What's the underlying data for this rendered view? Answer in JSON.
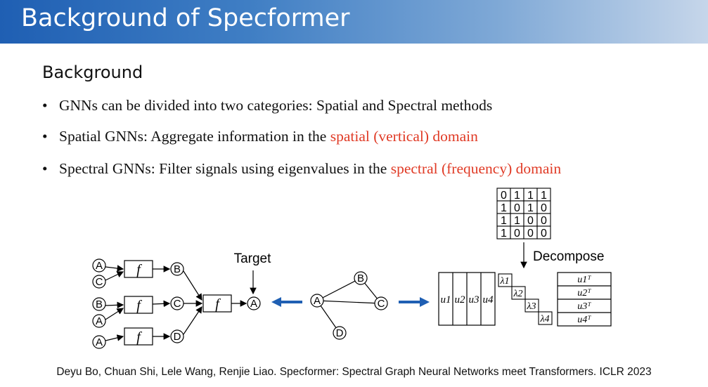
{
  "header": {
    "title": "Background of Specformer"
  },
  "section": {
    "heading": "Background"
  },
  "bullets": [
    {
      "text": "GNNs can be divided into two categories: Spatial and Spectral methods",
      "highlight": ""
    },
    {
      "text": "Spatial GNNs: Aggregate information in the ",
      "highlight": "spatial (vertical) domain"
    },
    {
      "text": "Spectral GNNs: Filter signals using eigenvalues in the ",
      "highlight": "spectral (frequency) domain"
    }
  ],
  "diagram": {
    "target_label": "Target",
    "decompose_label": "Decompose",
    "function_label": "f",
    "spatial_inputs": [
      [
        "A",
        "C"
      ],
      [
        "B",
        "A"
      ],
      [
        "A"
      ]
    ],
    "spatial_mid": [
      "B",
      "C",
      "D"
    ],
    "spatial_output": "A",
    "graph_nodes": [
      "A",
      "B",
      "C",
      "D"
    ],
    "adjacency": [
      [
        0,
        1,
        1,
        1
      ],
      [
        1,
        0,
        1,
        0
      ],
      [
        1,
        1,
        0,
        0
      ],
      [
        1,
        0,
        0,
        0
      ]
    ],
    "eigenvectors": [
      "u1",
      "u2",
      "u3",
      "u4"
    ],
    "eigenvalues": [
      "λ1",
      "λ2",
      "λ3",
      "λ4"
    ],
    "eigenvectors_T": [
      "u1ᵀ",
      "u2ᵀ",
      "u3ᵀ",
      "u4ᵀ"
    ]
  },
  "colors": {
    "accent_red": "#e03a25",
    "arrow_blue": "#1f5fb3"
  },
  "footer": {
    "citation": "Deyu Bo, Chuan Shi, Lele Wang, Renjie Liao. Specformer: Spectral Graph Neural Networks meet Transformers. ICLR 2023"
  }
}
